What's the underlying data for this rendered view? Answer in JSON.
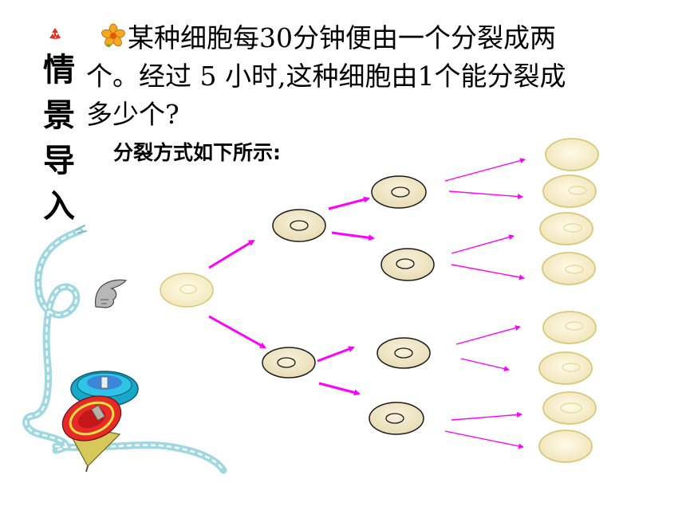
{
  "side_label": [
    "情",
    "景",
    "导",
    "入"
  ],
  "problem_text": "某种细胞每30分钟便由一个分裂成两个。经过 5 小时,这种细胞由1个能分裂成多少个?",
  "problem_lines": [
    "某种细胞每30分钟便由一个分裂成两",
    "个。经过 5 小时,这种细胞由1个能分裂成",
    "多少个?"
  ],
  "subtitle": "分裂方式如下所示:",
  "icons": [
    "recycle-icon",
    "flower-icon",
    "pointing-hand-icon",
    "spinning-top-icon",
    "rope-decoration"
  ],
  "colors": {
    "cell_fill": "#f0e8c8",
    "cell_stroke": "#1a1a1a",
    "root_cell_fill": "#f7eec4",
    "root_cell_stroke": "#d8c878",
    "arrow_thick": "#ff00ff",
    "arrow_thin": "#ff00ff"
  },
  "diagram": {
    "generations": 4,
    "cells_per_generation": [
      1,
      2,
      4,
      8
    ]
  }
}
